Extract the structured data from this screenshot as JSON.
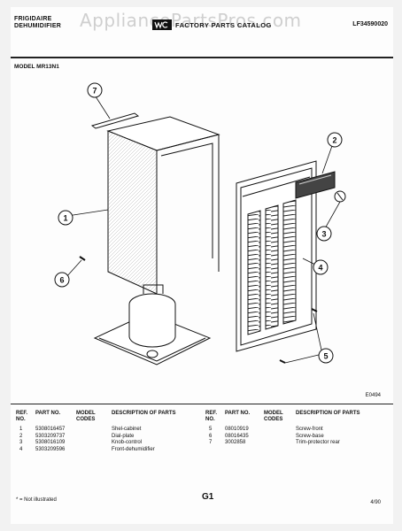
{
  "header": {
    "brand_line1": "FRIGIDAIRE",
    "brand_line2": "DEHUMIDIFIER",
    "catalog_title": "FACTORY PARTS CATALOG",
    "catalog_code": "LF34590020",
    "watermark": "AppliancePartsPros.com"
  },
  "model_label": "MODEL MR13N1",
  "diagram": {
    "figure_id": "E0494",
    "callouts": [
      "1",
      "2",
      "3",
      "4",
      "5",
      "6",
      "7"
    ]
  },
  "parts_table": {
    "headers": {
      "ref": "REF. NO.",
      "part": "PART NO.",
      "model_codes": "MODEL CODES",
      "description": "DESCRIPTION OF PARTS"
    },
    "left_rows": [
      {
        "ref": "1",
        "part": "5308016457",
        "codes": "",
        "desc": "Shel-cabinet"
      },
      {
        "ref": "2",
        "part": "5303209737",
        "codes": "",
        "desc": "Dial-plate"
      },
      {
        "ref": "3",
        "part": "5308016109",
        "codes": "",
        "desc": "Knob-control"
      },
      {
        "ref": "4",
        "part": "5303209596",
        "codes": "",
        "desc": "Front-dehumidifier"
      }
    ],
    "right_rows": [
      {
        "ref": "5",
        "part": "08010919",
        "codes": "",
        "desc": "Screw-front"
      },
      {
        "ref": "6",
        "part": "08016435",
        "codes": "",
        "desc": "Screw-base"
      },
      {
        "ref": "7",
        "part": "3002858",
        "codes": "",
        "desc": "Trim-protector rear"
      }
    ]
  },
  "footer": {
    "footnote": "* = Not illustrated",
    "page_label": "G1",
    "date": "4/90"
  }
}
